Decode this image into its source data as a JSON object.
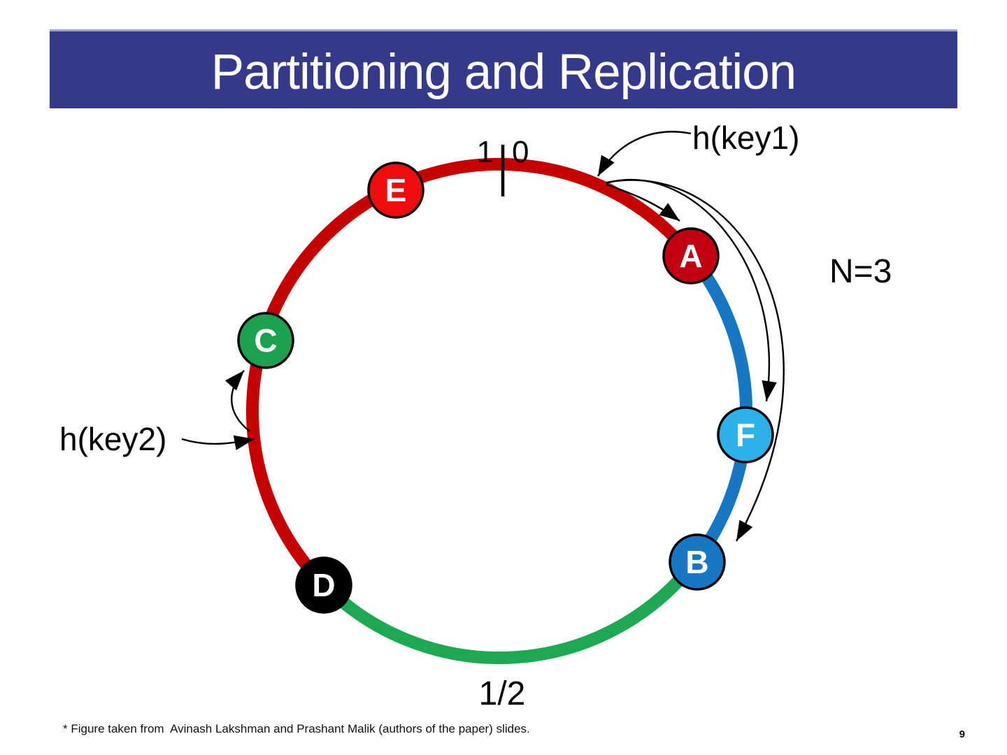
{
  "slide": {
    "title": "Partitioning and Replication",
    "footnote": "* Figure taken from  Avinash Lakshman and Prashant Malik (authors of the paper) slides.",
    "page_number": "9",
    "title_bar_color": "#35398c"
  },
  "diagram": {
    "tick_labels": {
      "left": "1",
      "right": "0",
      "bottom": "1/2"
    },
    "annotations": {
      "hash_key1": "h(key1)",
      "hash_key2": "h(key2)",
      "replication_factor": "N=3"
    },
    "arcs": [
      {
        "name": "red-arc-d-to-a",
        "color": "#c40000"
      },
      {
        "name": "blue-arc-a-to-b",
        "color": "#1678c4"
      },
      {
        "name": "green-arc-b-to-d",
        "color": "#1fa854"
      }
    ],
    "nodes": [
      {
        "label": "E",
        "color": "#ee0d0d"
      },
      {
        "label": "A",
        "color": "#c00010"
      },
      {
        "label": "F",
        "color": "#2cb2e8"
      },
      {
        "label": "B",
        "color": "#1777c4"
      },
      {
        "label": "D",
        "color": "#000000"
      },
      {
        "label": "C",
        "color": "#1ca24f"
      }
    ]
  }
}
